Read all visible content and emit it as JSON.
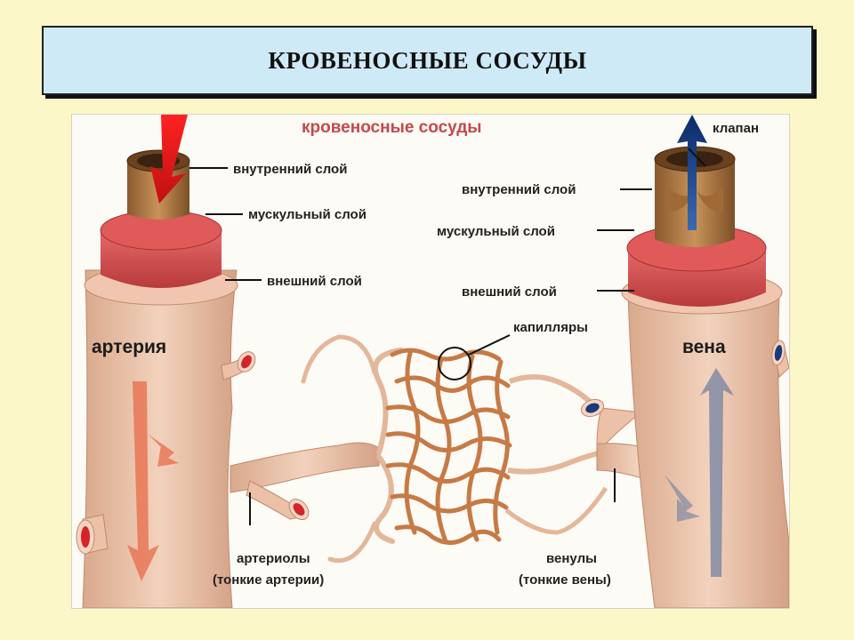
{
  "slide_title": "КРОВЕНОСНЫЕ СОСУДЫ",
  "figure": {
    "heading": "кровеносные сосуды",
    "labels": {
      "inner_layer_left": "внутренний слой",
      "muscle_layer_left": "мускульный слой",
      "outer_layer_left": "внешний слой",
      "valve": "клапан",
      "inner_layer_right": "внутренний слой",
      "muscle_layer_right": "мускульный слой",
      "outer_layer_right": "внешний слой",
      "capillaries": "капилляры",
      "artery": "артерия",
      "vein": "вена",
      "arterioles": "артериолы",
      "arterioles_note": "(тонкие артерии)",
      "venules": "венулы",
      "venules_note": "(тонкие вены)"
    }
  }
}
